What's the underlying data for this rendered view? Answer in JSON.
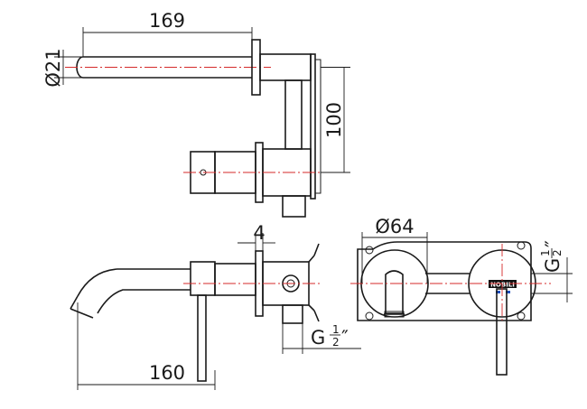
{
  "dimensions": {
    "spout_length_top": "169",
    "spout_diameter": "Ø21",
    "spout_to_handle_spacing": "100",
    "wall_plate_thickness": "4",
    "spout_projection_front": "160",
    "rosette_diameter": "Ø64",
    "thread_g": "G",
    "thread_num": "1",
    "thread_den": "2",
    "thread_inch": "″"
  },
  "body_marking": "NOBILI"
}
